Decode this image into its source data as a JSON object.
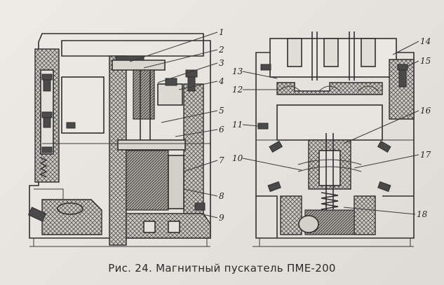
{
  "caption": "Рис. 24. Магнитный пускатель ПМЕ-200",
  "callouts": [
    "1",
    "2",
    "3",
    "4",
    "5",
    "6",
    "7",
    "8",
    "9",
    "10",
    "11",
    "12",
    "13",
    "14",
    "15",
    "16",
    "17",
    "18"
  ],
  "colors": {
    "paper": "#e9e6e1",
    "ink": "#2e2e2e"
  }
}
